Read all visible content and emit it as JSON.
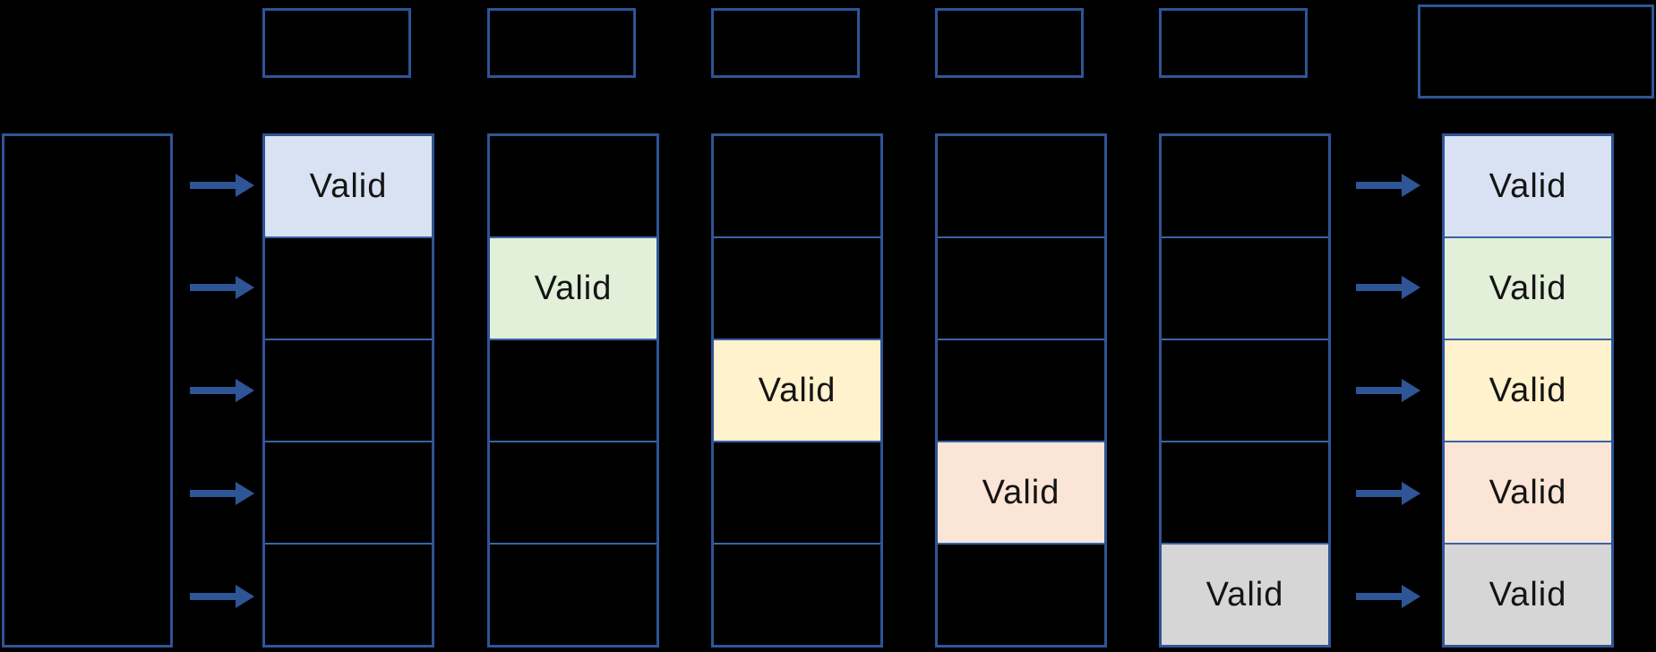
{
  "palette": {
    "background": "#000000",
    "box_border": "#2e5597",
    "cell_divider": "#3a63a8",
    "arrow": "#2e5596",
    "label_text": "#141414",
    "fill_blue": "#d9e2f3",
    "fill_green": "#e2efd9",
    "fill_yellow": "#fff2cc",
    "fill_orange": "#fbe5d6",
    "fill_gray": "#d6d6d6"
  },
  "columns": [
    {
      "cells": [
        {
          "label": "Valid",
          "fill": "#d9e2f3"
        },
        {
          "label": ""
        },
        {
          "label": ""
        },
        {
          "label": ""
        },
        {
          "label": ""
        }
      ]
    },
    {
      "cells": [
        {
          "label": ""
        },
        {
          "label": "Valid",
          "fill": "#e2efd9"
        },
        {
          "label": ""
        },
        {
          "label": ""
        },
        {
          "label": ""
        }
      ]
    },
    {
      "cells": [
        {
          "label": ""
        },
        {
          "label": ""
        },
        {
          "label": "Valid",
          "fill": "#fff2cc"
        },
        {
          "label": ""
        },
        {
          "label": ""
        }
      ]
    },
    {
      "cells": [
        {
          "label": ""
        },
        {
          "label": ""
        },
        {
          "label": ""
        },
        {
          "label": "Valid",
          "fill": "#fbe5d6"
        },
        {
          "label": ""
        }
      ]
    },
    {
      "cells": [
        {
          "label": ""
        },
        {
          "label": ""
        },
        {
          "label": ""
        },
        {
          "label": ""
        },
        {
          "label": "Valid",
          "fill": "#d6d6d6"
        }
      ]
    }
  ],
  "result_column": {
    "cells": [
      {
        "label": "Valid",
        "fill": "#d9e2f3"
      },
      {
        "label": "Valid",
        "fill": "#e2efd9"
      },
      {
        "label": "Valid",
        "fill": "#fff2cc"
      },
      {
        "label": "Valid",
        "fill": "#fbe5d6"
      },
      {
        "label": "Valid",
        "fill": "#d6d6d6"
      }
    ]
  }
}
